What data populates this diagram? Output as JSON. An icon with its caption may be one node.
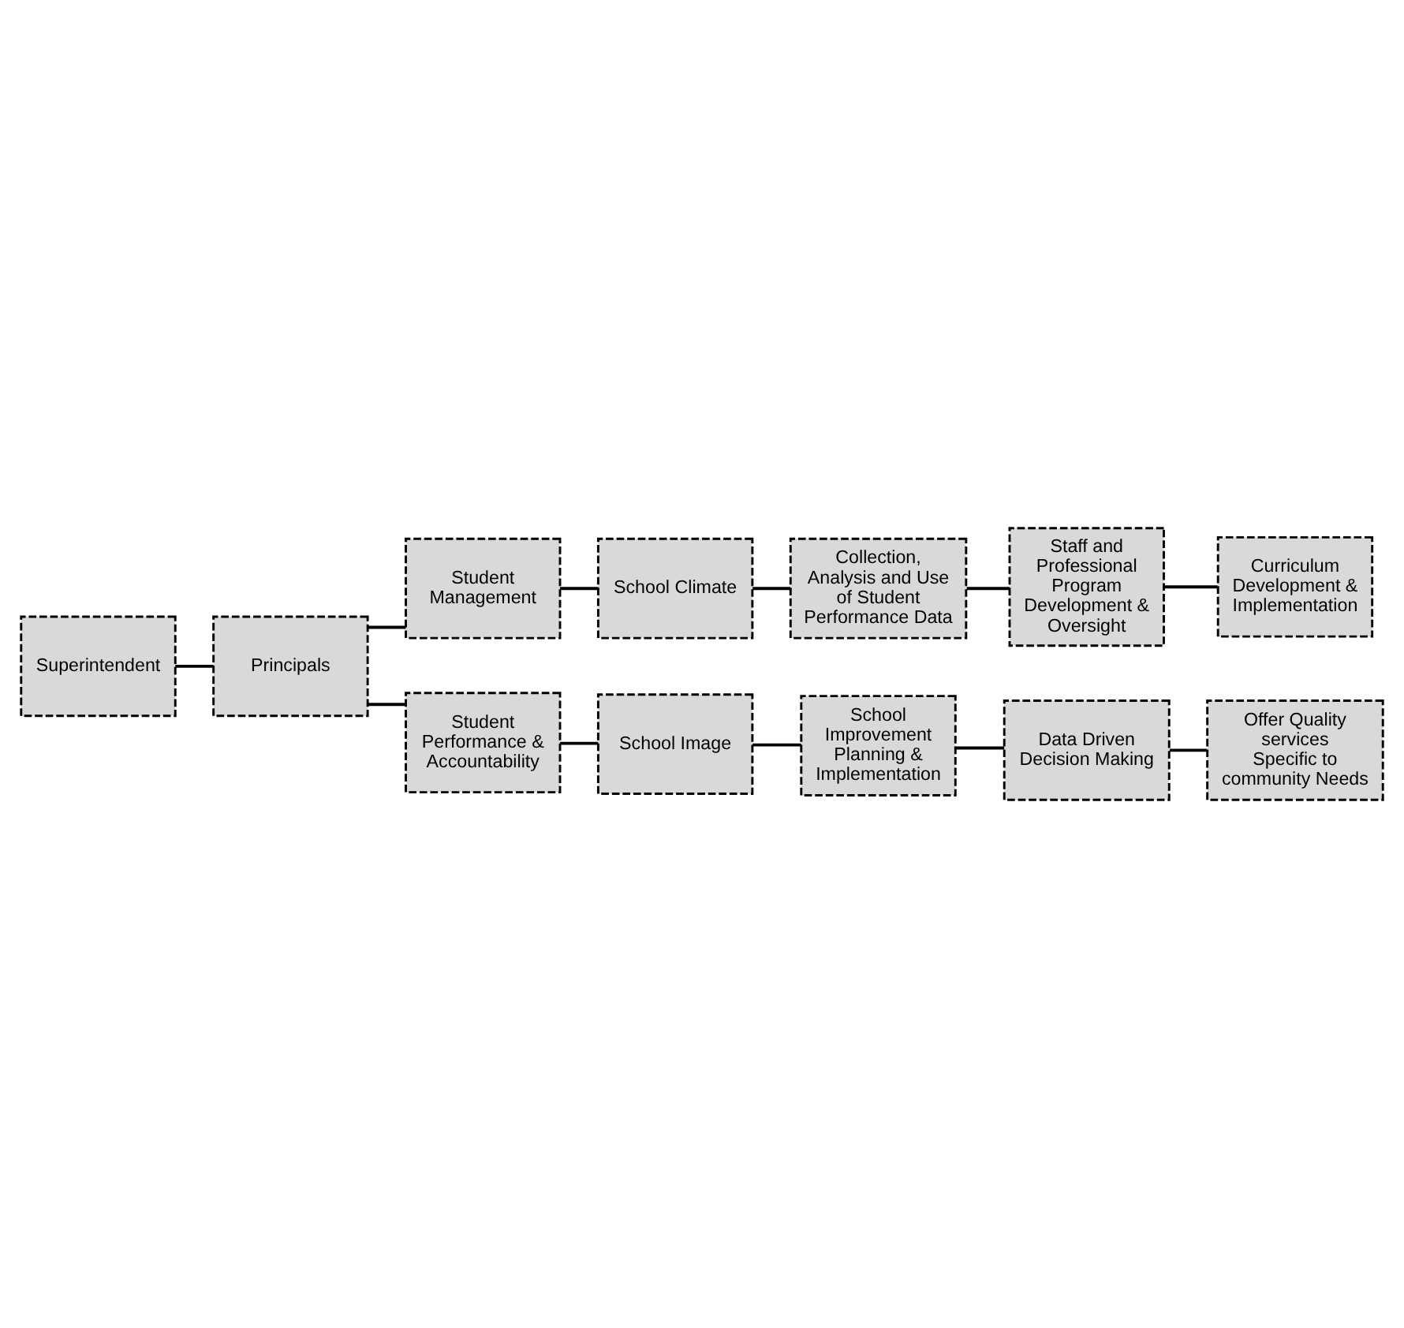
{
  "diagram": {
    "nodes": [
      {
        "text": [
          "Superintendent"
        ]
      },
      {
        "text": [
          "Principals"
        ]
      },
      {
        "text": [
          "Student Management"
        ]
      },
      {
        "text": [
          "School Climate"
        ]
      },
      {
        "text": [
          "Collection, Analysis and Use of Student Performance Data"
        ]
      },
      {
        "text": [
          "Staff and Professional Program Development & Oversight"
        ]
      },
      {
        "text": [
          "Curriculum Development & Implementation"
        ]
      },
      {
        "text": [
          "Student Performance & Accountability"
        ]
      },
      {
        "text": [
          "School Image"
        ]
      },
      {
        "text": [
          "School Improvement Planning & Implementation"
        ]
      },
      {
        "text": [
          "Data Driven Decision Making"
        ]
      },
      {
        "text": [
          "Offer Quality services Specific to community Needs"
        ]
      }
    ],
    "edges": [
      {
        "from": 0,
        "to": 1,
        "arrow": "none"
      },
      {
        "from": 1,
        "to": 2,
        "arrow": "none"
      },
      {
        "from": 1,
        "to": 7,
        "arrow": "none"
      },
      {
        "from": 2,
        "to": 3,
        "arrow": "none"
      },
      {
        "from": 3,
        "to": 4,
        "arrow": "none"
      },
      {
        "from": 4,
        "to": 5,
        "arrow": "none"
      },
      {
        "from": 5,
        "to": 6,
        "arrow": "none"
      },
      {
        "from": 7,
        "to": 8,
        "arrow": "none"
      },
      {
        "from": 8,
        "to": 9,
        "arrow": "none"
      },
      {
        "from": 9,
        "to": 10,
        "arrow": "none"
      },
      {
        "from": 10,
        "to": 11,
        "arrow": "none"
      }
    ]
  }
}
